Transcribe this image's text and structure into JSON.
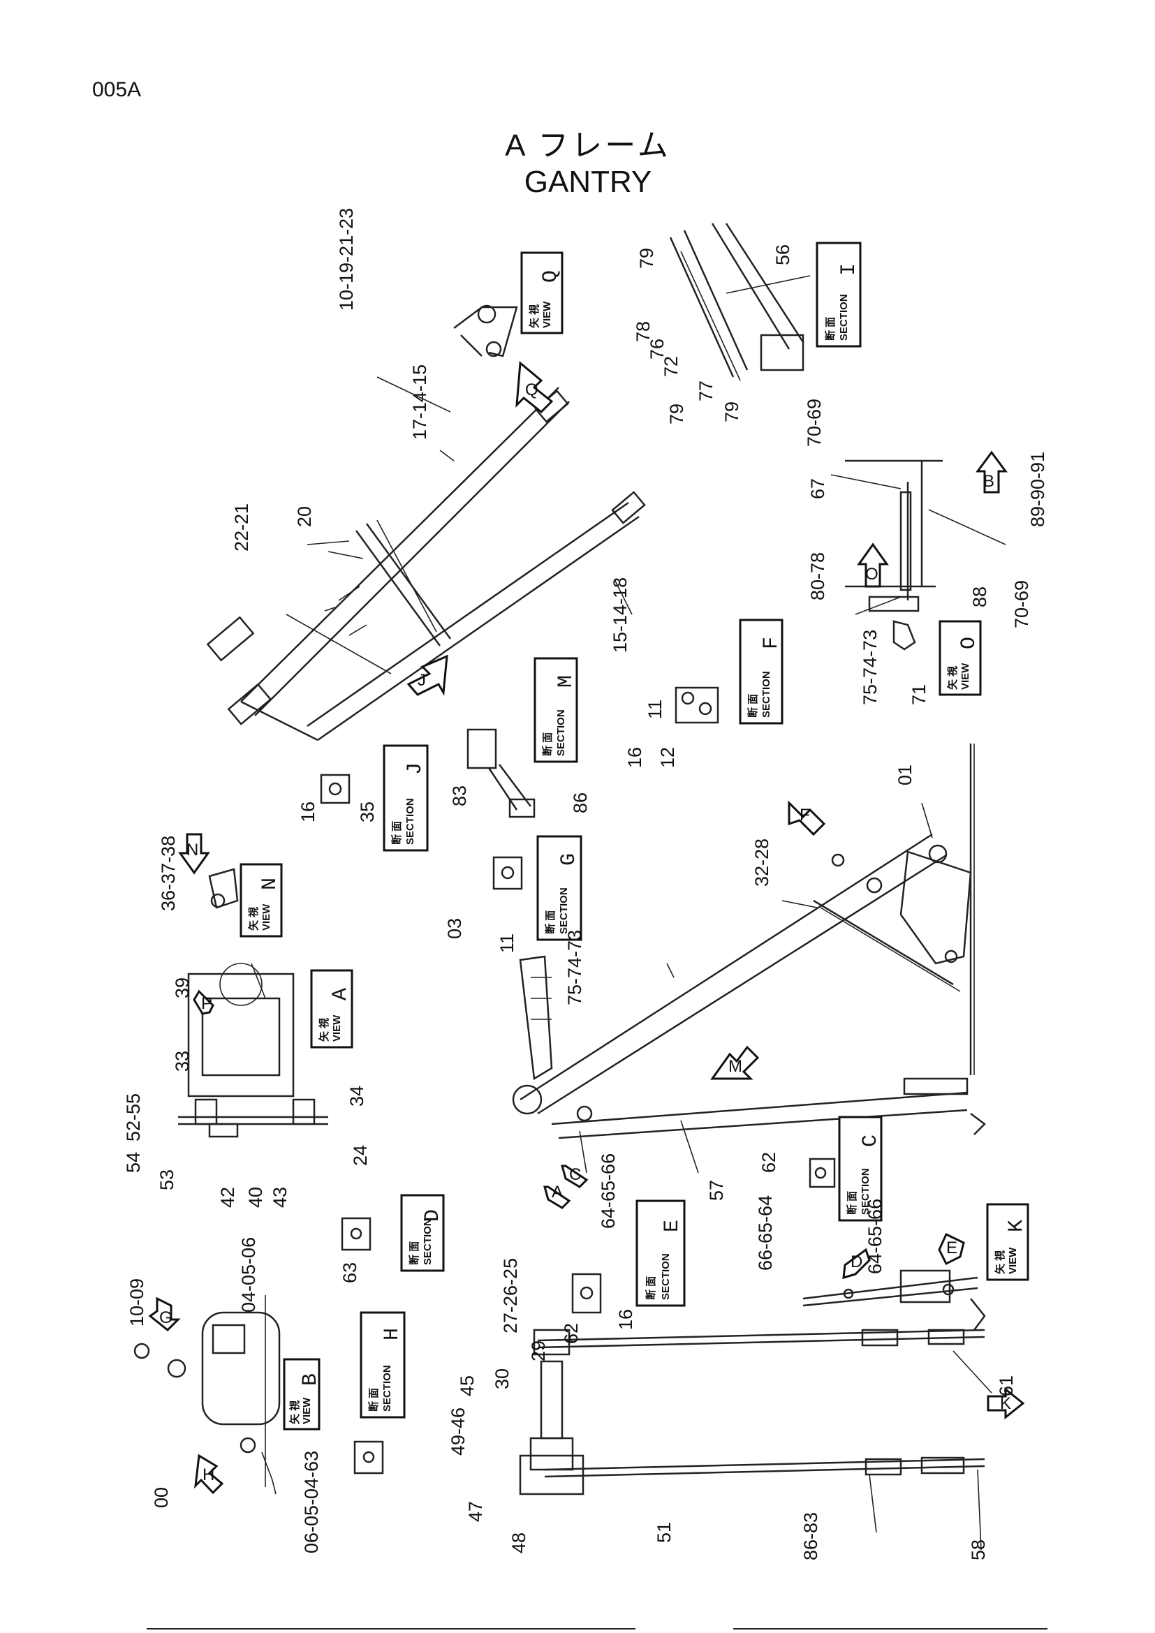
{
  "page_code": "005A",
  "title": {
    "jp": "A フレーム",
    "en": "GANTRY"
  },
  "section_word": "SECTION",
  "view_word": "VIEW",
  "section_kanji": "断 面",
  "view_kanji": "矢 視",
  "section_boxes": [
    {
      "id": "section-i",
      "letter": "I",
      "kind": "section"
    },
    {
      "id": "view-q",
      "letter": "Q",
      "kind": "view"
    },
    {
      "id": "view-o",
      "letter": "O",
      "kind": "view"
    },
    {
      "id": "section-f",
      "letter": "F",
      "kind": "section"
    },
    {
      "id": "section-m",
      "letter": "M",
      "kind": "section"
    },
    {
      "id": "section-j",
      "letter": "J",
      "kind": "section"
    },
    {
      "id": "section-g",
      "letter": "G",
      "kind": "section"
    },
    {
      "id": "view-n",
      "letter": "N",
      "kind": "view"
    },
    {
      "id": "view-a",
      "letter": "A",
      "kind": "view"
    },
    {
      "id": "section-c",
      "letter": "C",
      "kind": "section"
    },
    {
      "id": "section-e",
      "letter": "E",
      "kind": "section"
    },
    {
      "id": "section-d",
      "letter": "D",
      "kind": "section"
    },
    {
      "id": "view-k",
      "letter": "K",
      "kind": "view"
    },
    {
      "id": "section-h",
      "letter": "H",
      "kind": "section"
    },
    {
      "id": "view-b",
      "letter": "B",
      "kind": "view"
    }
  ],
  "view_arrows": [
    {
      "id": "arrow-q",
      "letter": "Q"
    },
    {
      "id": "arrow-j",
      "letter": "J"
    },
    {
      "id": "arrow-b",
      "letter": "B"
    },
    {
      "id": "arrow-o",
      "letter": "O"
    },
    {
      "id": "arrow-f",
      "letter": "F"
    },
    {
      "id": "arrow-n",
      "letter": "N"
    },
    {
      "id": "arrow-m",
      "letter": "M"
    },
    {
      "id": "arrow-a",
      "letter": "A"
    },
    {
      "id": "arrow-c",
      "letter": "C"
    },
    {
      "id": "arrow-d",
      "letter": "D"
    },
    {
      "id": "arrow-e",
      "letter": "E"
    },
    {
      "id": "arrow-k",
      "letter": "K"
    },
    {
      "id": "arrow-g",
      "letter": "G"
    },
    {
      "id": "arrow-h",
      "letter": "H"
    },
    {
      "id": "arrow-p",
      "letter": "P"
    }
  ],
  "part_labels": [
    {
      "id": "lbl-10-19-21-23",
      "text": "10-19-21-23"
    },
    {
      "id": "lbl-17-14-15",
      "text": "17-14-15"
    },
    {
      "id": "lbl-22-21",
      "text": "22-21"
    },
    {
      "id": "lbl-20",
      "text": "20"
    },
    {
      "id": "lbl-15-14-18",
      "text": "15-14-18"
    },
    {
      "id": "lbl-79a",
      "text": "79"
    },
    {
      "id": "lbl-56",
      "text": "56"
    },
    {
      "id": "lbl-78",
      "text": "78"
    },
    {
      "id": "lbl-76",
      "text": "76"
    },
    {
      "id": "lbl-72",
      "text": "72"
    },
    {
      "id": "lbl-77",
      "text": "77"
    },
    {
      "id": "lbl-79b",
      "text": "79"
    },
    {
      "id": "lbl-79c",
      "text": "79"
    },
    {
      "id": "lbl-70-69a",
      "text": "70-69"
    },
    {
      "id": "lbl-67",
      "text": "67"
    },
    {
      "id": "lbl-89-90-91",
      "text": "89-90-91"
    },
    {
      "id": "lbl-80-78",
      "text": "80-78"
    },
    {
      "id": "lbl-88",
      "text": "88"
    },
    {
      "id": "lbl-70-69b",
      "text": "70-69"
    },
    {
      "id": "lbl-75-74-73a",
      "text": "75-74-73"
    },
    {
      "id": "lbl-71",
      "text": "71"
    },
    {
      "id": "lbl-11a",
      "text": "11"
    },
    {
      "id": "lbl-16a",
      "text": "16"
    },
    {
      "id": "lbl-12",
      "text": "12"
    },
    {
      "id": "lbl-83a",
      "text": "83"
    },
    {
      "id": "lbl-86a",
      "text": "86"
    },
    {
      "id": "lbl-16b",
      "text": "16"
    },
    {
      "id": "lbl-35",
      "text": "35"
    },
    {
      "id": "lbl-36-37-38",
      "text": "36-37-38"
    },
    {
      "id": "lbl-03",
      "text": "03"
    },
    {
      "id": "lbl-11b",
      "text": "11"
    },
    {
      "id": "lbl-01",
      "text": "01"
    },
    {
      "id": "lbl-32-28",
      "text": "32-28"
    },
    {
      "id": "lbl-75-74-73b",
      "text": "75-74-73"
    },
    {
      "id": "lbl-39",
      "text": "39"
    },
    {
      "id": "lbl-33",
      "text": "33"
    },
    {
      "id": "lbl-52-55",
      "text": "52-55"
    },
    {
      "id": "lbl-34",
      "text": "34"
    },
    {
      "id": "lbl-54",
      "text": "54"
    },
    {
      "id": "lbl-53",
      "text": "53"
    },
    {
      "id": "lbl-24",
      "text": "24"
    },
    {
      "id": "lbl-42",
      "text": "42"
    },
    {
      "id": "lbl-40",
      "text": "40"
    },
    {
      "id": "lbl-43",
      "text": "43"
    },
    {
      "id": "lbl-27-26-25",
      "text": "27-26-25"
    },
    {
      "id": "lbl-64-65-66a",
      "text": "64-65-66"
    },
    {
      "id": "lbl-57",
      "text": "57"
    },
    {
      "id": "lbl-62a",
      "text": "62"
    },
    {
      "id": "lbl-10-09",
      "text": "10-09"
    },
    {
      "id": "lbl-04-05-06a",
      "text": "04-05-06"
    },
    {
      "id": "lbl-63a",
      "text": "63"
    },
    {
      "id": "lbl-66-65-64",
      "text": "66-65-64"
    },
    {
      "id": "lbl-64-65-66b",
      "text": "64-65-66"
    },
    {
      "id": "lbl-62b",
      "text": "62"
    },
    {
      "id": "lbl-16c",
      "text": "16"
    },
    {
      "id": "lbl-29",
      "text": "29"
    },
    {
      "id": "lbl-30",
      "text": "30"
    },
    {
      "id": "lbl-45",
      "text": "45"
    },
    {
      "id": "lbl-61",
      "text": "61"
    },
    {
      "id": "lbl-49-46",
      "text": "49-46"
    },
    {
      "id": "lbl-00",
      "text": "00"
    },
    {
      "id": "lbl-47",
      "text": "47"
    },
    {
      "id": "lbl-48",
      "text": "48"
    },
    {
      "id": "lbl-51",
      "text": "51"
    },
    {
      "id": "lbl-86-83",
      "text": "86-83"
    },
    {
      "id": "lbl-58",
      "text": "58"
    },
    {
      "id": "lbl-06-05-04-63",
      "text": "06-05-04-63"
    }
  ]
}
